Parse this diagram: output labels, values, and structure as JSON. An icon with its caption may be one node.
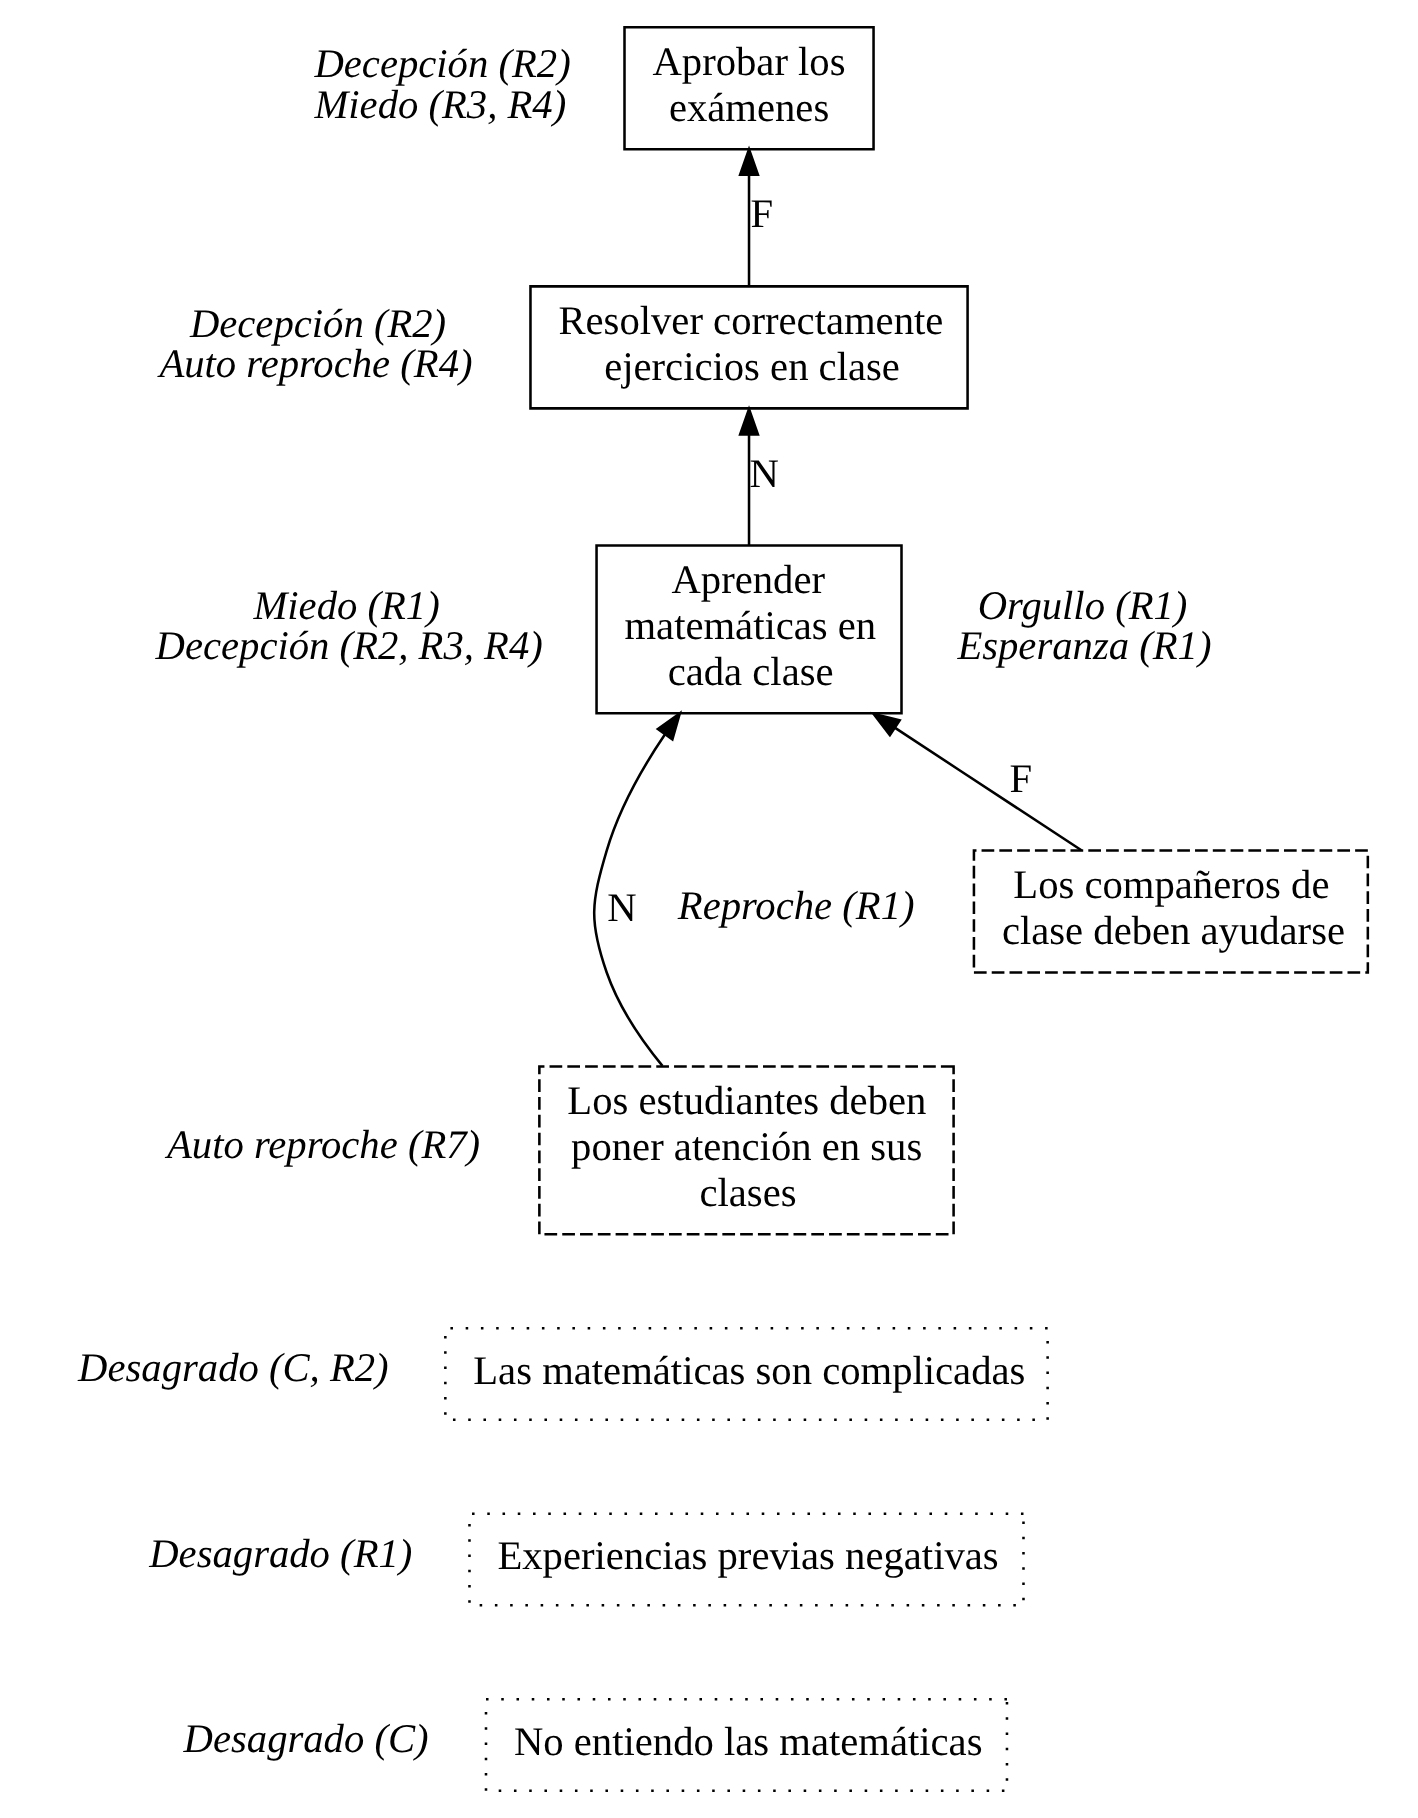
{
  "diagram": {
    "nodes": [
      {
        "text": [
          "Aprobar los exámenes"
        ],
        "beside": [
          "Decepción (R2)",
          "Miedo (R3, R4)"
        ]
      },
      {
        "text": [
          "Resolver correctamente ejercicios en clase"
        ],
        "beside": [
          "Decepción (R2)",
          "Auto reproche (R4)"
        ]
      },
      {
        "text": [
          "Aprender matemáticas en cada clase"
        ],
        "beside": [
          "Miedo (R1)",
          "Decepción (R2, R3, R4)",
          "Orgullo (R1)",
          "Esperanza (R1)"
        ]
      },
      {
        "text": [
          "Los compañeros de clase deben ayudarse"
        ],
        "beside": [
          "Reproche (R1)"
        ]
      },
      {
        "text": [
          "Los estudiantes deben poner atención en sus clases"
        ],
        "beside": [
          "Auto reproche (R7)"
        ]
      },
      {
        "text": [
          "Las matemáticas son complicadas"
        ],
        "beside": [
          "Desagrado (C, R2)"
        ]
      },
      {
        "text": [
          "Experiencias previas negativas"
        ],
        "beside": [
          "Desagrado (R1)"
        ]
      },
      {
        "text": [
          "No entiendo las matemáticas"
        ],
        "beside": [
          "Desagrado (C)"
        ]
      }
    ],
    "edges": [
      {
        "from": 1,
        "to": 0,
        "arrow": "to",
        "label": "F"
      },
      {
        "from": 2,
        "to": 1,
        "arrow": "to",
        "label": "N"
      },
      {
        "from": 3,
        "to": 2,
        "arrow": "to",
        "label": "F"
      },
      {
        "from": 4,
        "to": 2,
        "arrow": "to",
        "label": "N"
      }
    ]
  }
}
